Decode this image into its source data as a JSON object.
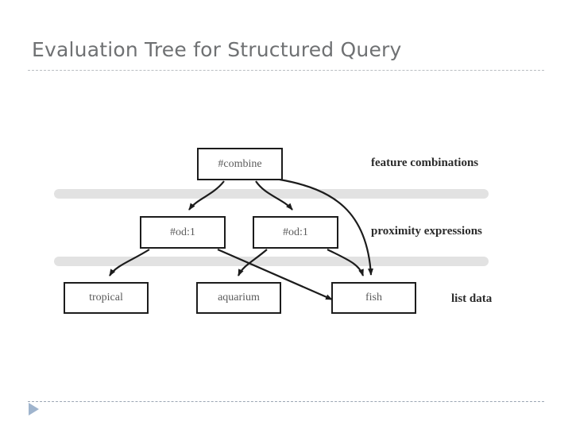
{
  "slide": {
    "title": "Evaluation Tree for Structured Query",
    "background_color": "#ffffff",
    "title_color": "#6f7173",
    "rule_color": "#b9bdc2"
  },
  "footer": {
    "advance_icon": "play-triangle-icon",
    "advance_icon_color": "#9fb4cd",
    "rule_color": "#9ba6b4"
  },
  "diagram": {
    "node_border_color": "#1c1c1c",
    "node_text_color": "#5b5b5b",
    "band_color": "#e2e2e2",
    "edge_color": "#1c1c1c",
    "nodes": [
      {
        "id": "combine",
        "label": "#combine",
        "level": "feature combinations"
      },
      {
        "id": "od-left",
        "label": "#od:1",
        "level": "proximity expressions"
      },
      {
        "id": "od-right",
        "label": "#od:1",
        "level": "proximity expressions"
      },
      {
        "id": "tropical",
        "label": "tropical",
        "level": "list data"
      },
      {
        "id": "aquarium",
        "label": "aquarium",
        "level": "list data"
      },
      {
        "id": "fish",
        "label": "fish",
        "level": "list data"
      }
    ],
    "levels": [
      {
        "id": "features",
        "caption": "feature combinations"
      },
      {
        "id": "proximity",
        "caption": "proximity expressions"
      },
      {
        "id": "listdata",
        "caption": "list data"
      }
    ],
    "edges": [
      {
        "from": "combine",
        "to": "od-left"
      },
      {
        "from": "combine",
        "to": "od-right"
      },
      {
        "from": "combine",
        "to": "fish"
      },
      {
        "from": "od-left",
        "to": "tropical"
      },
      {
        "from": "od-left",
        "to": "fish"
      },
      {
        "from": "od-right",
        "to": "aquarium"
      },
      {
        "from": "od-right",
        "to": "fish"
      }
    ]
  }
}
